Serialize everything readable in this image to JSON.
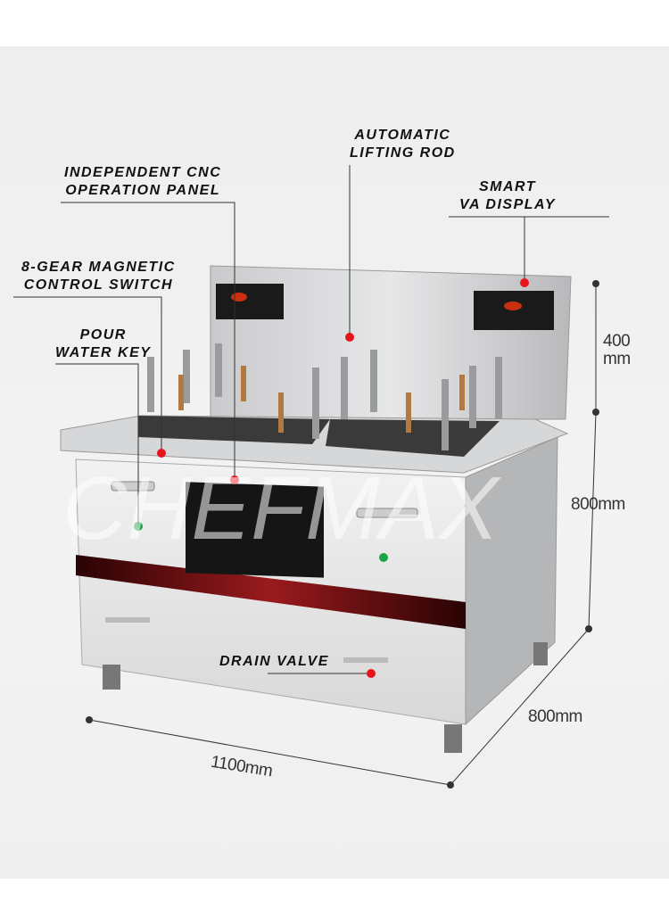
{
  "watermark": "CHEFMAX",
  "callouts": {
    "lifting_rod": [
      "AUTOMATIC",
      "LIFTING ROD"
    ],
    "cnc_panel": [
      "INDEPENDENT CNC",
      "OPERATION PANEL"
    ],
    "va_display": [
      "SMART",
      "VA DISPLAY"
    ],
    "magnetic_switch": [
      "8-GEAR MAGNETIC",
      "CONTROL SWITCH"
    ],
    "pour_water_key": [
      "POUR",
      "WATER KEY"
    ],
    "drain_valve": "DRAIN VALVE"
  },
  "dimensions": {
    "back_height": [
      "400",
      "mm"
    ],
    "height": "800mm",
    "depth": "800mm",
    "width": "1100mm"
  },
  "colors": {
    "marker": "#e8141b",
    "button": "#1aa34a",
    "panel": "#1a1a1a",
    "stripe": "#7a0f12"
  }
}
